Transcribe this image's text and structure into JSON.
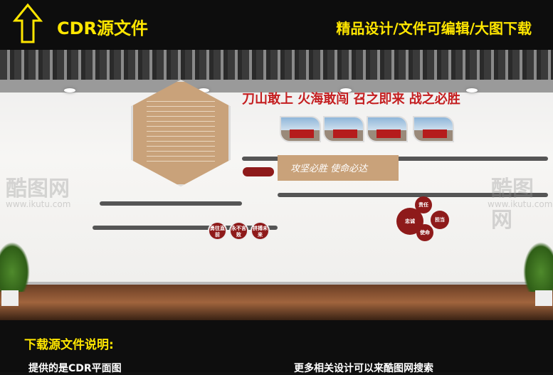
{
  "header": {
    "title": "CDR源文件",
    "tagline": "精品设计/文件可编辑/大图下载",
    "icon": "arrow-up-icon"
  },
  "wall": {
    "slogan": "刀山敢上 火海敢闯 召之即来 战之必胜",
    "band_text": "攻坚必胜 使命必达",
    "circles": [
      {
        "label": "勇往直前"
      },
      {
        "label": "永不言败"
      },
      {
        "label": "拼搏未来"
      }
    ],
    "clover": [
      "责任",
      "忠诚",
      "担当",
      "使命"
    ],
    "watermark": "酷图网",
    "watermark_url": "www.ikutu.com",
    "colors": {
      "accent_red": "#8e1a1a",
      "slogan_red": "#c41e20",
      "wood": "#c9a27a"
    }
  },
  "footer": {
    "title": "下载源文件说明:",
    "left_note": "提供的是CDR平面图",
    "right_note": "更多相关设计可以来酷图网搜索"
  }
}
